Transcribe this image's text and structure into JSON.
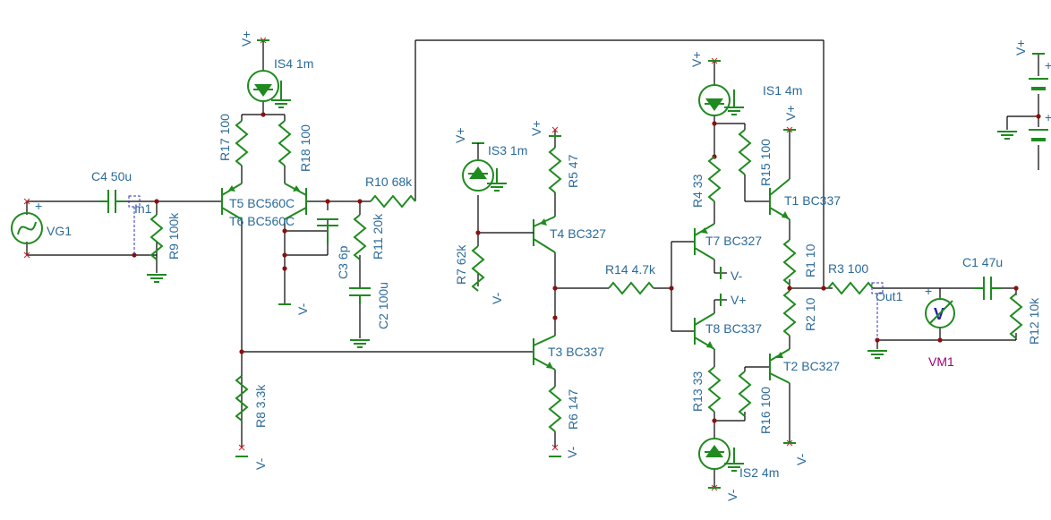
{
  "components": {
    "VG1": "VG1",
    "C4": "C4 50u",
    "In1": "In1",
    "R9": "R9 100k",
    "IS4": "IS4 1m",
    "R17": "R17 100",
    "R18": "R18 100",
    "T5": "T5 BC560C",
    "T6": "T6 BC560C",
    "C3": "C3 6p",
    "R10": "R10 68k",
    "R11": "R11 20k",
    "C2": "C2 100u",
    "R8": "R8 3.3k",
    "IS3": "IS3 1m",
    "R5": "R5 47",
    "T4": "T4 BC327",
    "R7": "R7 62k",
    "T3": "T3 BC337",
    "R6": "R6 147",
    "R14": "R14 4.7k",
    "IS1": "IS1 4m",
    "R4": "R4 33",
    "R15": "R15 100",
    "T1": "T1 BC337",
    "T7": "T7 BC327",
    "R1": "R1 10",
    "R2": "R2 10",
    "T8": "T8 BC337",
    "R3": "R3 100",
    "Out1": "Out1",
    "C1": "C1 47u",
    "R12": "R12 10k",
    "VM1": "VM1",
    "T2": "T2 BC327",
    "R13": "R13 33",
    "R16": "R16 100",
    "IS2": "IS2 4m"
  },
  "rails": {
    "pos": "V+",
    "neg": "V-"
  },
  "meter_symbol": "V",
  "plus": "+"
}
